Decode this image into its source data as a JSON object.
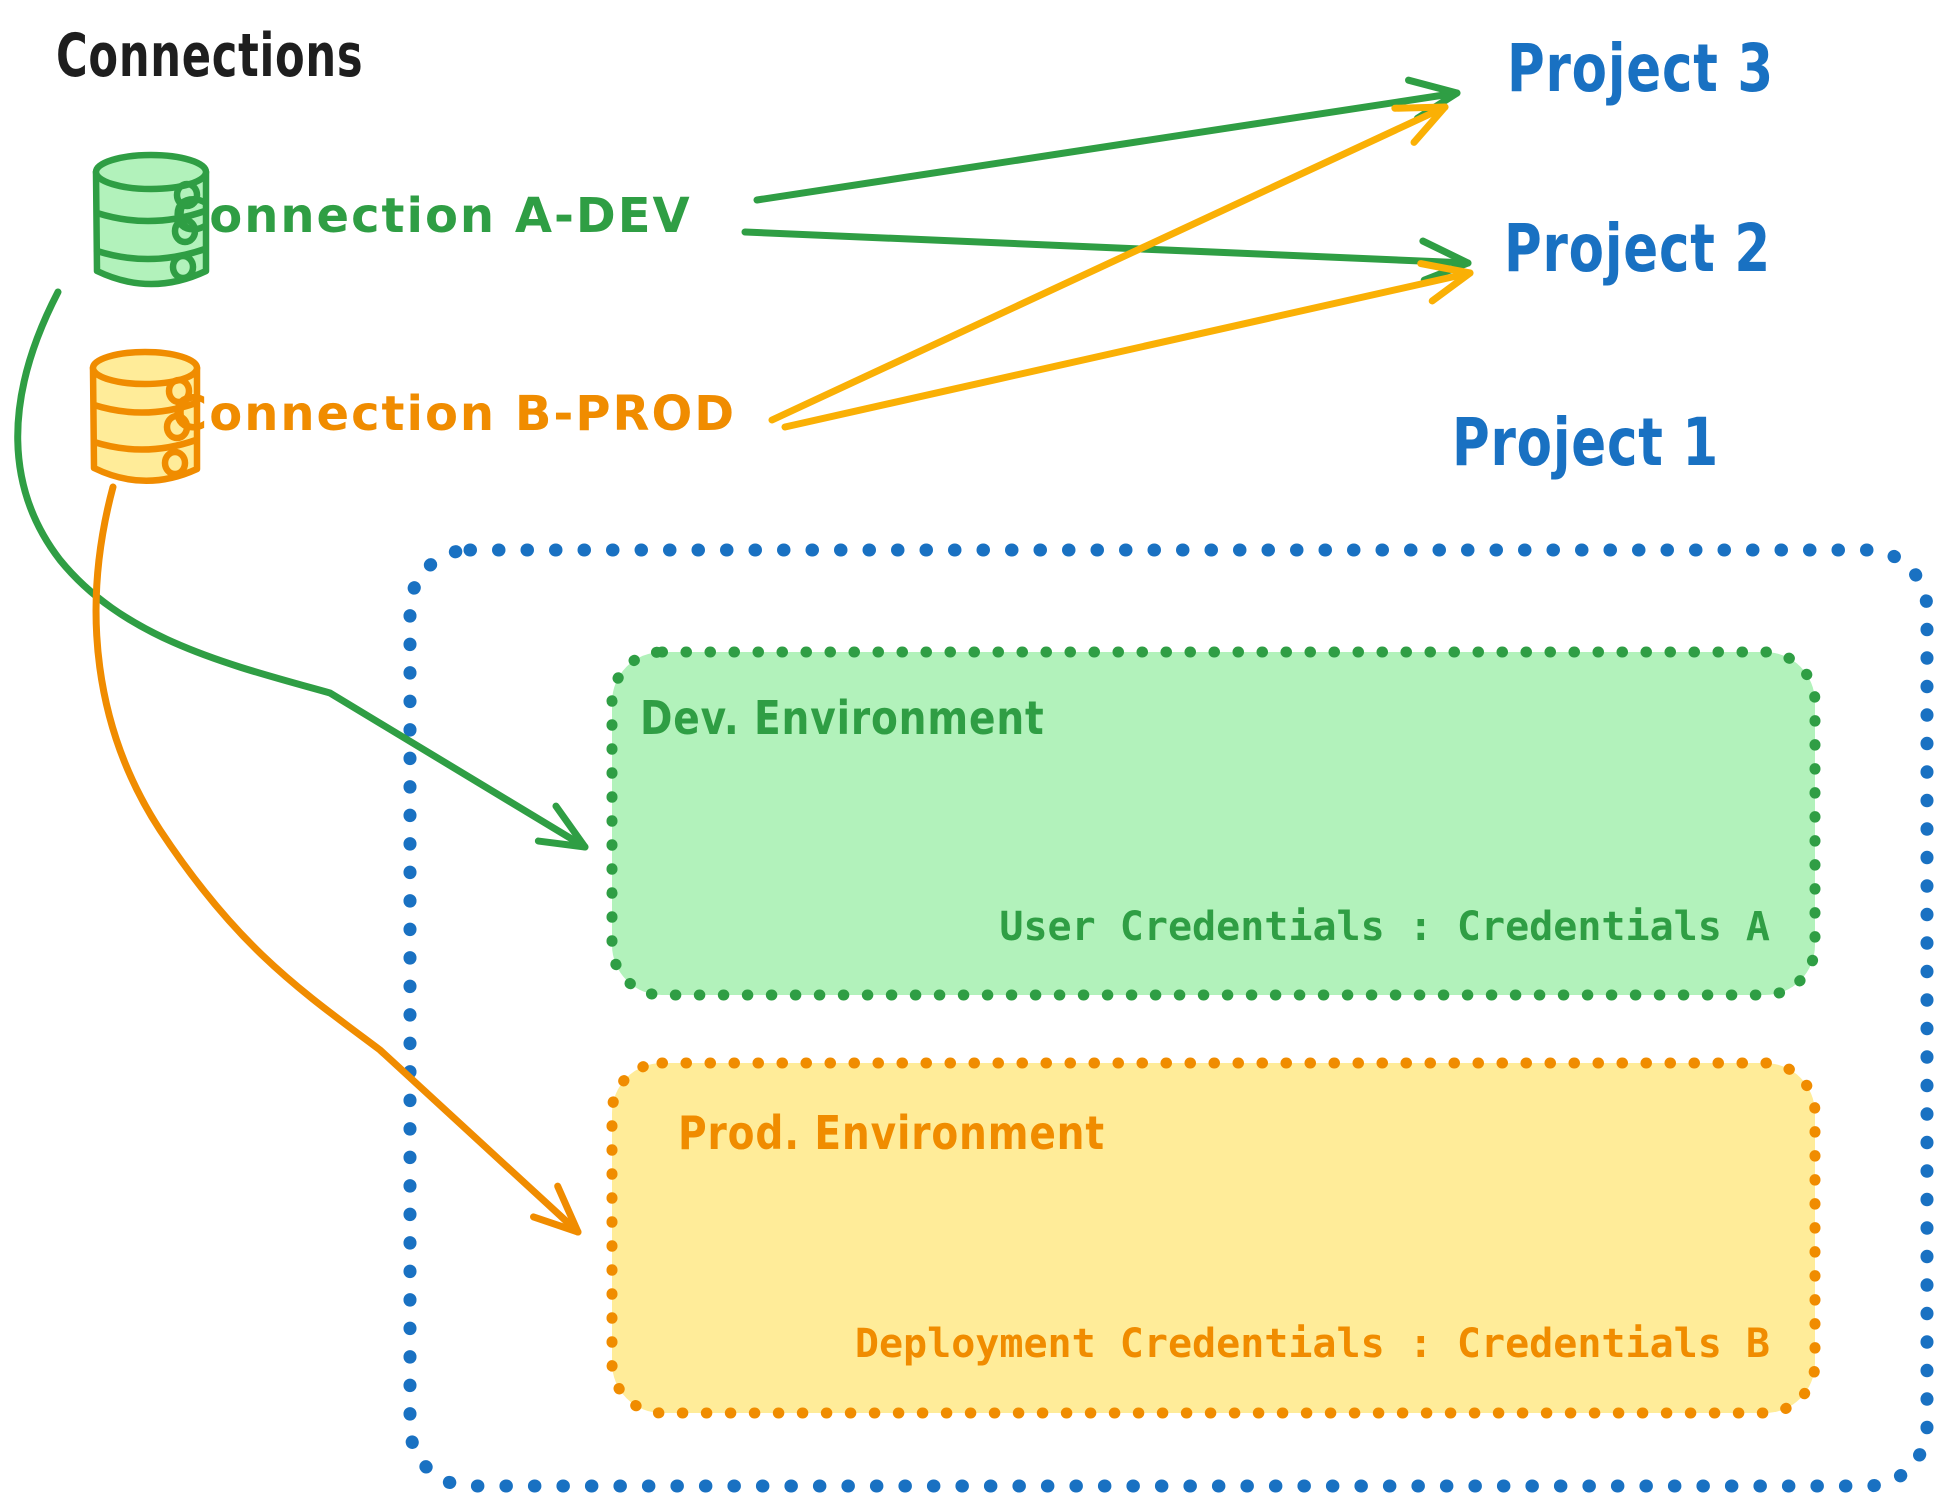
{
  "header": {
    "title": "Connections"
  },
  "connections": [
    {
      "id": "A-DEV",
      "label": "Connection A-DEV",
      "icon": "database-icon",
      "color": "#2f9e44",
      "fill": "#b2f2bb"
    },
    {
      "id": "B-PROD",
      "label": "Connection B-PROD",
      "icon": "database-icon",
      "color": "#f08c00",
      "fill": "#ffec99"
    }
  ],
  "projects": [
    {
      "label": "Project 3"
    },
    {
      "label": "Project 2"
    },
    {
      "label": "Project 1"
    }
  ],
  "project1_detail": {
    "environments": [
      {
        "title": "Dev. Environment",
        "credentials_text": "User Credentials : Credentials A"
      },
      {
        "title": "Prod. Environment",
        "credentials_text": "Deployment Credentials : Credentials B"
      }
    ]
  },
  "edges": [
    {
      "from": "Connection A-DEV",
      "to": "Project 3",
      "style": "straight-arrow"
    },
    {
      "from": "Connection A-DEV",
      "to": "Project 2",
      "style": "straight-arrow"
    },
    {
      "from": "Connection B-PROD",
      "to": "Project 3",
      "style": "straight-arrow"
    },
    {
      "from": "Connection B-PROD",
      "to": "Project 2",
      "style": "straight-arrow"
    },
    {
      "from": "Connection A-DEV",
      "to": "Dev. Environment",
      "style": "curved-arrow"
    },
    {
      "from": "Connection B-PROD",
      "to": "Prod. Environment",
      "style": "curved-arrow"
    }
  ],
  "colors": {
    "ink": "#1e1e1e",
    "blue": "#1971c2",
    "green": "#2f9e44",
    "green_fill": "#b2f2bb",
    "orange": "#f08c00",
    "orange_fill": "#ffec99",
    "arrow_yellow": "#fab005",
    "background": "#ffffff"
  }
}
